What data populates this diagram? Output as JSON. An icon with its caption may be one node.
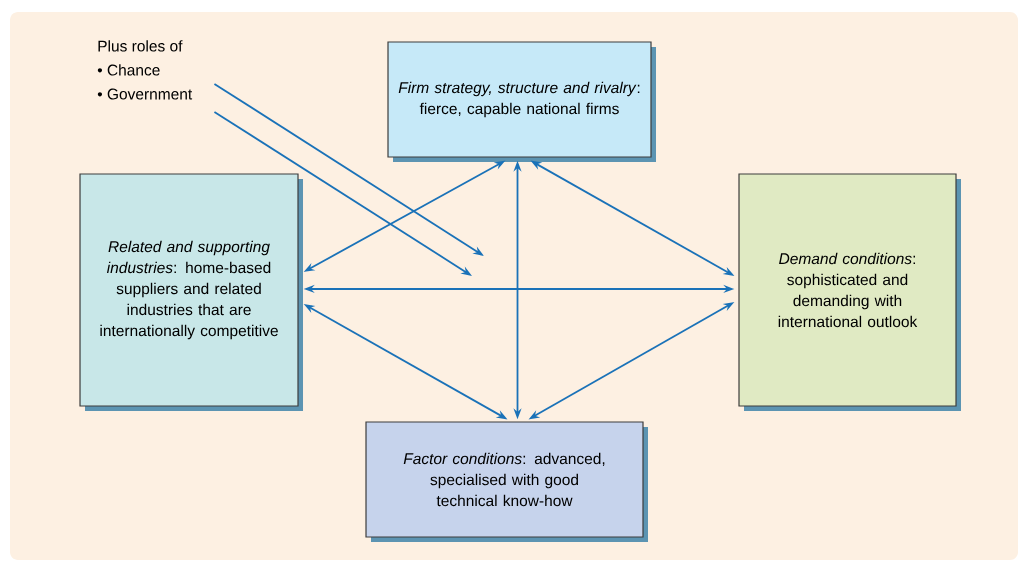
{
  "diagram": {
    "nodes": [
      {
        "text": [
          "Plus roles of",
          "• Chance",
          "• Government"
        ]
      },
      {
        "text": [
          "*Firm strategy, structure and rivalry*: fierce, capable national firms"
        ]
      },
      {
        "text": [
          "*Related and supporting industries*: home-based suppliers and related industries that are internationally competitive"
        ]
      },
      {
        "text": [
          "*Demand conditions*: sophisticated and demanding with international outlook"
        ]
      },
      {
        "text": [
          "*Factor conditions*: advanced, specialised with good technical know-how"
        ]
      }
    ],
    "edges": [
      {
        "from": 0,
        "to": null,
        "arrow": "to"
      },
      {
        "from": 0,
        "to": null,
        "arrow": "to"
      },
      {
        "from": 1,
        "to": 2,
        "arrow": "both"
      },
      {
        "from": 1,
        "to": 4,
        "arrow": "both"
      },
      {
        "from": 1,
        "to": 3,
        "arrow": "both"
      },
      {
        "from": 2,
        "to": 3,
        "arrow": "both"
      },
      {
        "from": 2,
        "to": 4,
        "arrow": "both"
      },
      {
        "from": 3,
        "to": 4,
        "arrow": "both"
      }
    ]
  }
}
